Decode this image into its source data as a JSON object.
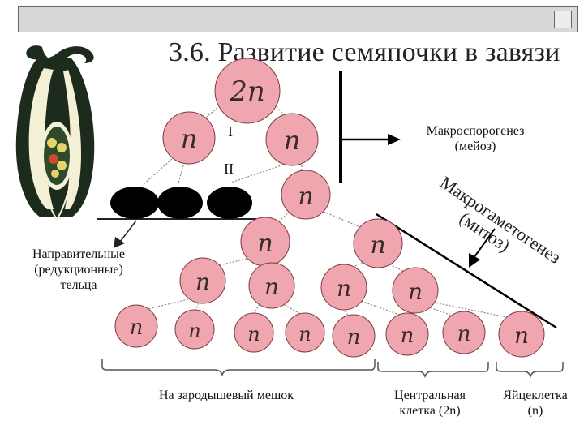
{
  "title": "3.6. Развитие семяпочки в завязи",
  "cells": {
    "root": "2n",
    "n": "n"
  },
  "stage_labels": {
    "meiosis_1": "I",
    "meiosis_2": "II"
  },
  "labels": {
    "macrosporogenesis_line1": "Макроспорогенез",
    "macrosporogenesis_line2": "(мейоз)",
    "macrogametogenesis_line1": "Макрогаметогенез",
    "macrogametogenesis_line2": "(митоз)",
    "polar_bodies_line1": "Направительные",
    "polar_bodies_line2": "(редукционные)",
    "polar_bodies_line3": "тельца",
    "embryo_sac": "На зародышевый мешок",
    "central_cell_line1": "Центральная",
    "central_cell_line2": "клетка (2n)",
    "egg_cell_line1": "Яйцеклетка",
    "egg_cell_line2": "(n)"
  },
  "colors": {
    "cell_fill": "#f0a6ae",
    "cell_stroke": "#7a3b44",
    "polar_body": "#000000",
    "ovule_dark": "#1c2b1c",
    "ovule_light": "#f4f0d6"
  }
}
